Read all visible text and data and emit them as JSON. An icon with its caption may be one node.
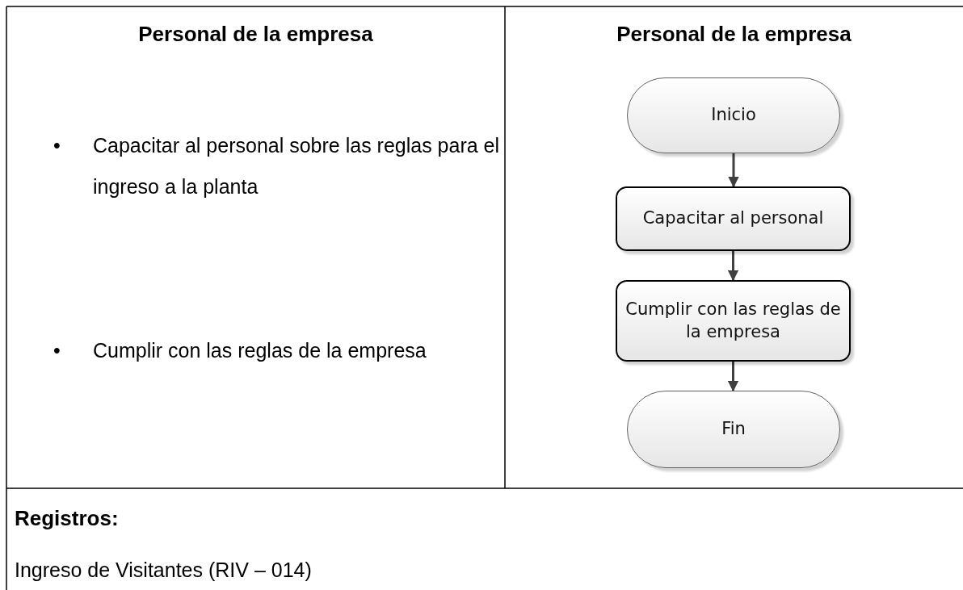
{
  "diagram": {
    "nodes": [
      {
        "text": [
          "Inicio"
        ]
      },
      {
        "text": [
          "Capacitar al personal"
        ]
      },
      {
        "text": [
          "Cumplir con las reglas de la empresa"
        ]
      },
      {
        "text": [
          "Fin"
        ]
      }
    ],
    "edges": [
      {
        "from": 0,
        "to": 1,
        "arrow": "to"
      },
      {
        "from": 1,
        "to": 2,
        "arrow": "to"
      },
      {
        "from": 2,
        "to": 3,
        "arrow": "to"
      }
    ],
    "labels": [
      "Personal de la empresa",
      "•",
      "Capacitar al personal sobre las reglas para el ingreso a la planta",
      "•",
      "Cumplir con las reglas de la empresa",
      "Personal de la empresa",
      "Registros:",
      "Ingreso de Visitantes (RIV – 014)"
    ]
  }
}
